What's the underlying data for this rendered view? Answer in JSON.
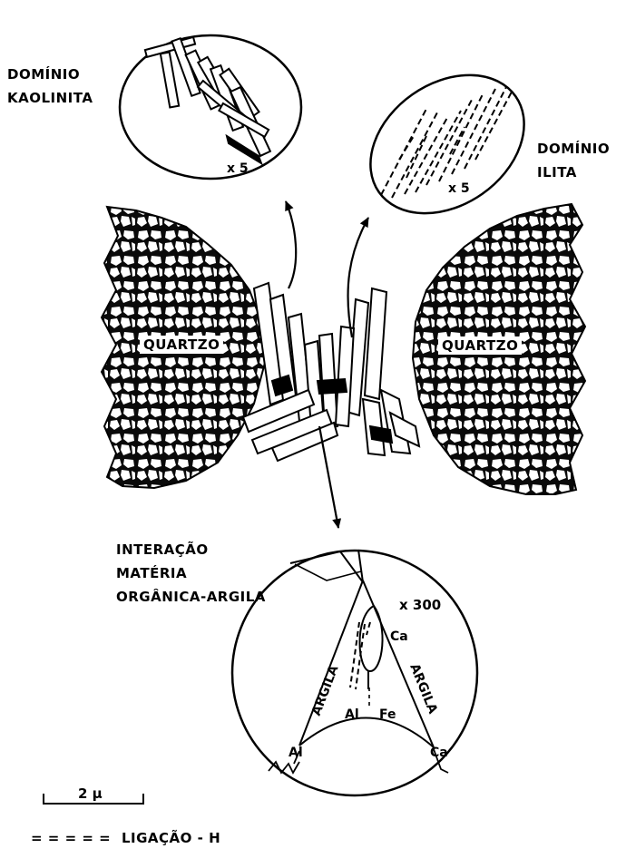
{
  "labels": {
    "kaolinite_domain_line1": "DOMÍNIO",
    "kaolinite_domain_line2": "KAOLINITA",
    "illite_domain_line1": "DOMÍNIO",
    "illite_domain_line2": "ILITA",
    "magnification_kaolinite": "x 5",
    "magnification_illite": "x 5",
    "quartz_left": "QUARTZO",
    "quartz_right": "QUARTZO",
    "interaction_line1": "INTERAÇÃO",
    "interaction_line2": "MATÉRIA",
    "interaction_line3": "ORGÂNICA-ARGILA",
    "magnification_interaction": "x 300",
    "argila_left": "ARGILA",
    "argila_right": "ARGILA",
    "ion_ca_top": "Ca",
    "ion_al_inner": "Al",
    "ion_fe_inner": "Fe",
    "ion_al_outer": "Al",
    "ion_ca_outer": "Ca",
    "scale_value": "2 µ",
    "legend_symbol": "= = = = =",
    "legend_label": "LIGAÇÃO - H"
  }
}
